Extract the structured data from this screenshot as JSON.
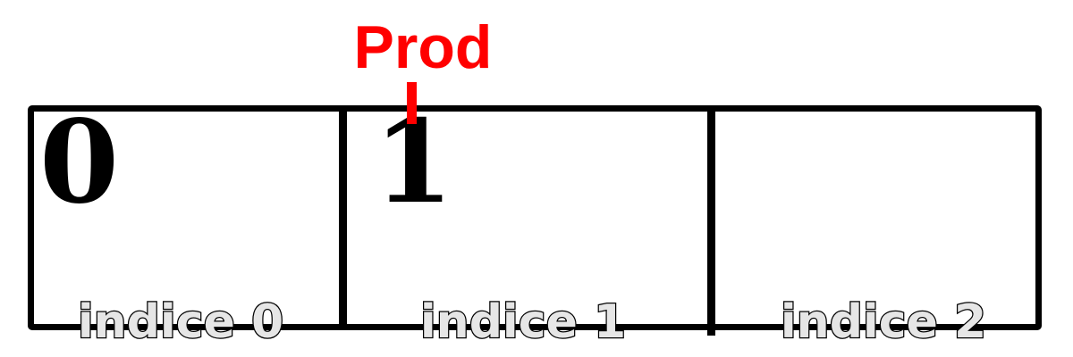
{
  "pointer": {
    "label": "Prod",
    "color": "#ff0000",
    "target_index": 1
  },
  "cells": [
    {
      "value": "0",
      "index_label": "indice 0"
    },
    {
      "value": "1",
      "index_label": "indice 1"
    },
    {
      "value": "",
      "index_label": "indice 2"
    }
  ],
  "colors": {
    "border": "#000000",
    "index_label_fill": "#e6e6e6",
    "value_text": "#000000"
  }
}
